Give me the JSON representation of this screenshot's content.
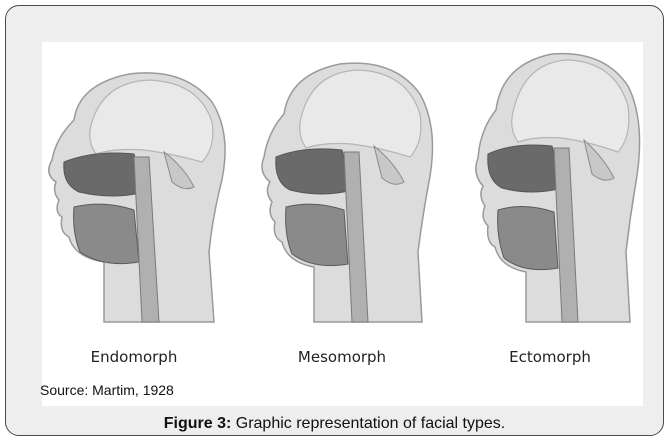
{
  "figure": {
    "heads": [
      {
        "label": "Endomorph"
      },
      {
        "label": "Mesomorph"
      },
      {
        "label": "Ectomorph"
      }
    ],
    "source": "Source: Martim, 1928",
    "caption_label": "Figure 3:",
    "caption_text": " Graphic representation of facial types."
  }
}
